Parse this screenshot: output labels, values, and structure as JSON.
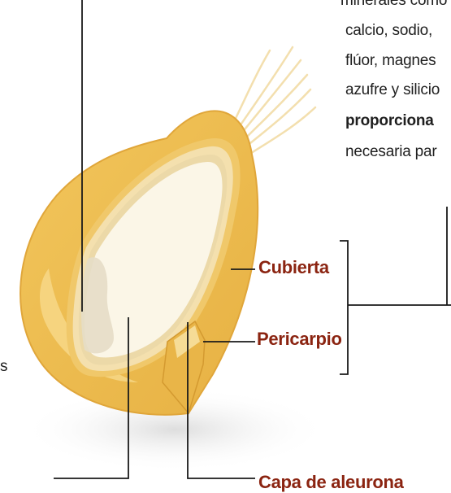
{
  "description_lines": [
    "minerales como",
    "calcio, sodio,",
    "flúor, magnes",
    "azufre y silicio",
    "proporciona",
    "necesaria par"
  ],
  "left_cut_text": "s",
  "labels": {
    "cubierta": "Cubierta",
    "pericarpio": "Pericarpio",
    "aleurona": "Capa de aleurona"
  },
  "colors": {
    "label_text": "#8b2411",
    "shell_outer": "#efc257",
    "shell_dark": "#e1a93a",
    "inner_face": "#fbf6e7",
    "leader_line": "#1a1a1a"
  }
}
